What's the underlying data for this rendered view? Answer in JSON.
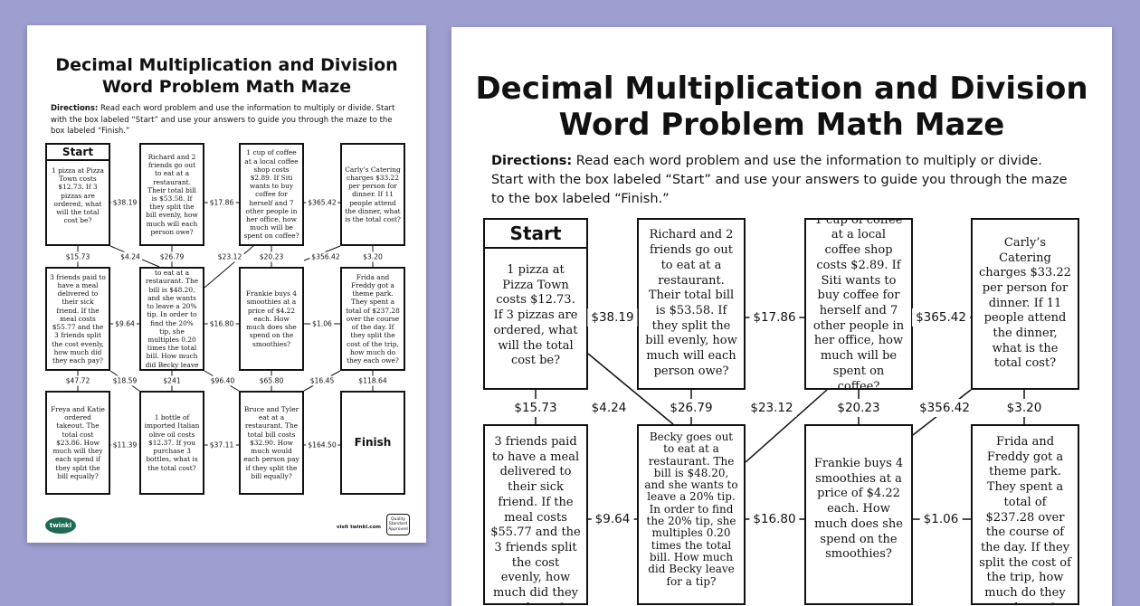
{
  "title_line1": "Decimal Multiplication and Division",
  "title_line2": "Word Problem Math Maze",
  "directions_label": "Directions:",
  "directions_text": " Read each word problem and use the information to multiply or divide. Start with the box labeled “Start” and use your answers to guide you through the maze to the box labeled “Finish.”",
  "start_label": "Start",
  "finish_label": "Finish",
  "problems": {
    "p1": "1 pizza at Pizza Town costs $12.73. If 3 pizzas are ordered, what will the total cost be?",
    "p2": "Richard and 2 friends go out to eat at a restaurant. Their total bill is $53.58. If they split the bill evenly, how much will each person owe?",
    "p3": "1 cup of coffee at a local coffee shop costs $2.89. If Siti wants to buy coffee for herself and 7 other people in her office, how much will be spent on coffee?",
    "p4": "Carly’s Catering charges $33.22 per person for dinner. If 11 people attend the dinner, what is the total cost?",
    "p5": "3 friends paid to have a meal delivered to their sick friend. If the meal costs $55.77 and the 3 friends split the cost evenly, how much did they each pay?",
    "p6": "Becky goes out to eat at a restaurant. The bill is $48.20, and she wants to leave a 20% tip. In order to find the 20% tip, she multiples 0.20 times the total bill. How much did Becky leave for a tip?",
    "p7": "Frankie buys 4 smoothies at a price of $4.22 each. How much does she spend on the smoothies?",
    "p8": "Frida and Freddy got a theme park. They spent a total of $237.28 over the course of the day. If they split the cost of the trip, how much do they each owe?",
    "p9": "Freya and Katie ordered takeout. The total cost $23.86. How much will they each spend if they split the bill equally?",
    "p10": "1 bottle of imported Italian olive oil costs $12.37. If you purchase 3 bottles, what is the total cost?",
    "p11": "Bruce and Tyler eat at a restaurant. The total bill costs $32.90. How much would each person pay if they split the bill equally?"
  },
  "answers": {
    "a_38_19": "$38.19",
    "a_17_86": "$17.86",
    "a_365_42": "$365.42",
    "a_15_73": "$15.73",
    "a_4_24": "$4.24",
    "a_26_79": "$26.79",
    "a_23_12": "$23.12",
    "a_20_23": "$20.23",
    "a_356_42": "$356.42",
    "a_3_20": "$3.20",
    "a_9_64": "$9.64",
    "a_16_80": "$16.80",
    "a_1_06": "$1.06",
    "a_47_72": "$47.72",
    "a_18_59": "$18.59",
    "a_241": "$241",
    "a_96_40": "$96.40",
    "a_65_80": "$65.80",
    "a_16_45": "$16.45",
    "a_118_64": "$118.64",
    "a_11_39": "$11.39",
    "a_37_11": "$37.11",
    "a_164_50": "$164.50"
  },
  "footer": {
    "logo_text": "twinkl",
    "visit_text": "visit twinkl.com",
    "badge_text": "Quality Standard Approved"
  }
}
